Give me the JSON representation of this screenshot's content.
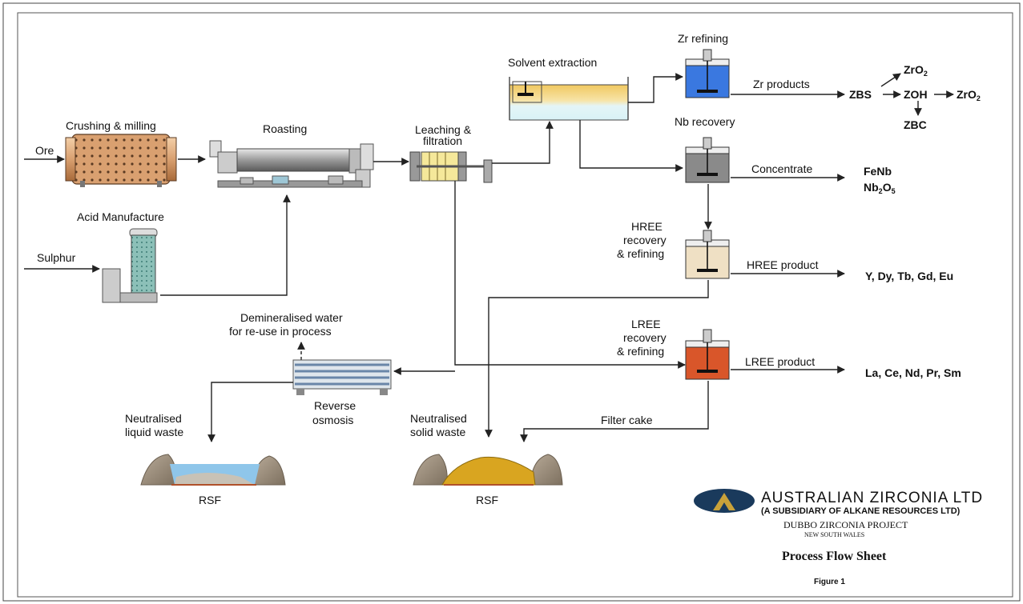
{
  "labels": {
    "crushing": "Crushing & milling",
    "roasting": "Roasting",
    "leaching_1": "Leaching &",
    "leaching_2": "filtration",
    "solvent": "Solvent extraction",
    "zr_refining": "Zr refining",
    "nb_recovery": "Nb recovery",
    "hree_1": "HREE",
    "hree_2": "recovery",
    "hree_3": "& refining",
    "lree_1": "LREE",
    "lree_2": "recovery",
    "lree_3": "& refining",
    "ore": "Ore",
    "acid": "Acid Manufacture",
    "sulphur": "Sulphur",
    "demin_1": "Demineralised water",
    "demin_2": "for re-use in process",
    "ro_1": "Reverse",
    "ro_2": "osmosis",
    "liq_1": "Neutralised",
    "liq_2": "liquid waste",
    "sol_1": "Neutralised",
    "sol_2": "solid waste",
    "filter_cake": "Filter cake",
    "rsf_1": "RSF",
    "rsf_2": "RSF"
  },
  "flows": {
    "zr_products": "Zr products",
    "concentrate": "Concentrate",
    "hree_product": "HREE product",
    "lree_product": "LREE product"
  },
  "products": {
    "zbs": "ZBS",
    "zrO2_top_base": "ZrO",
    "zrO2_top_sub": "2",
    "zoh": "ZOH",
    "zrO2_right_base": "ZrO",
    "zrO2_right_sub": "2",
    "zbc": "ZBC",
    "fenb": "FeNb",
    "nb_base": "Nb",
    "nb_sub1": "2",
    "nb_o": "O",
    "nb_sub2": "5",
    "hree_list": "Y, Dy, Tb, Gd, Eu",
    "lree_list": "La, Ce, Nd, Pr, Sm"
  },
  "branding": {
    "company": "AUSTRALIAN ZIRCONIA LTD",
    "subsidiary": "(A SUBSIDIARY OF ALKANE RESOURCES LTD)",
    "project": "DUBBO ZIRCONIA PROJECT",
    "region": "NEW SOUTH WALES",
    "sheet_title": "Process Flow Sheet",
    "figure": "Figure 1"
  },
  "colors": {
    "zr_tank": "#3a78e0",
    "nb_tank": "#8a8a8a",
    "hree_tank": "#efe0c4",
    "lree_tank": "#d9562a",
    "solvent_top": "#f0c860",
    "solvent_bottom": "#d8f2f6",
    "mill": "#d9a070",
    "acid_column": "#7fb8b0",
    "water_pond": "#8fc6ea",
    "tailings": "#d9a520",
    "logo_bg": "#1a3a5c",
    "logo_mark": "#c9a23a"
  }
}
